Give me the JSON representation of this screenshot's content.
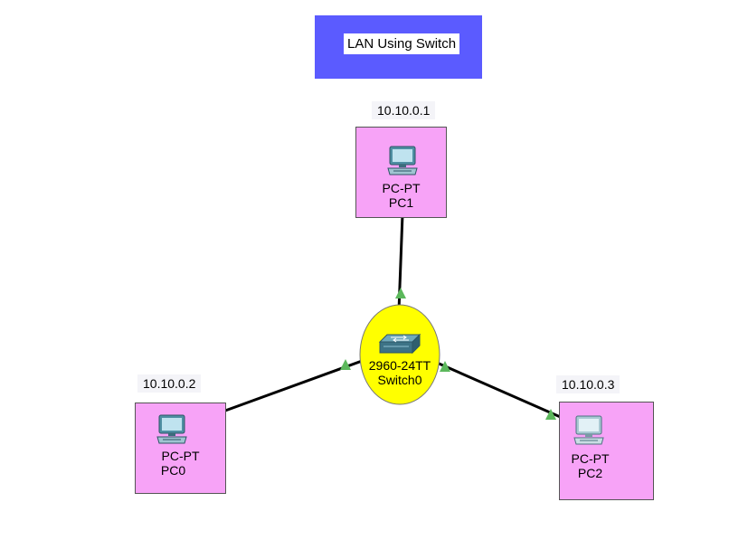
{
  "title": {
    "label": "LAN Using Switch",
    "bg_color": "#5b5bff"
  },
  "switch": {
    "model": "2960-24TT",
    "name": "Switch0",
    "color": "#ffff00"
  },
  "pcs": [
    {
      "id": "pc1",
      "ip": "10.10.0.1",
      "model": "PC-PT",
      "name": "PC1"
    },
    {
      "id": "pc0",
      "ip": "10.10.0.2",
      "model": "PC-PT",
      "name": "PC0"
    },
    {
      "id": "pc2",
      "ip": "10.10.0.3",
      "model": "PC-PT",
      "name": "PC2"
    }
  ],
  "colors": {
    "pc_box": "#f7a3f7",
    "link": "#000000",
    "link_status": "#4caf50"
  },
  "icons": {
    "pc": "desktop-pc-icon",
    "switch": "network-switch-icon"
  }
}
